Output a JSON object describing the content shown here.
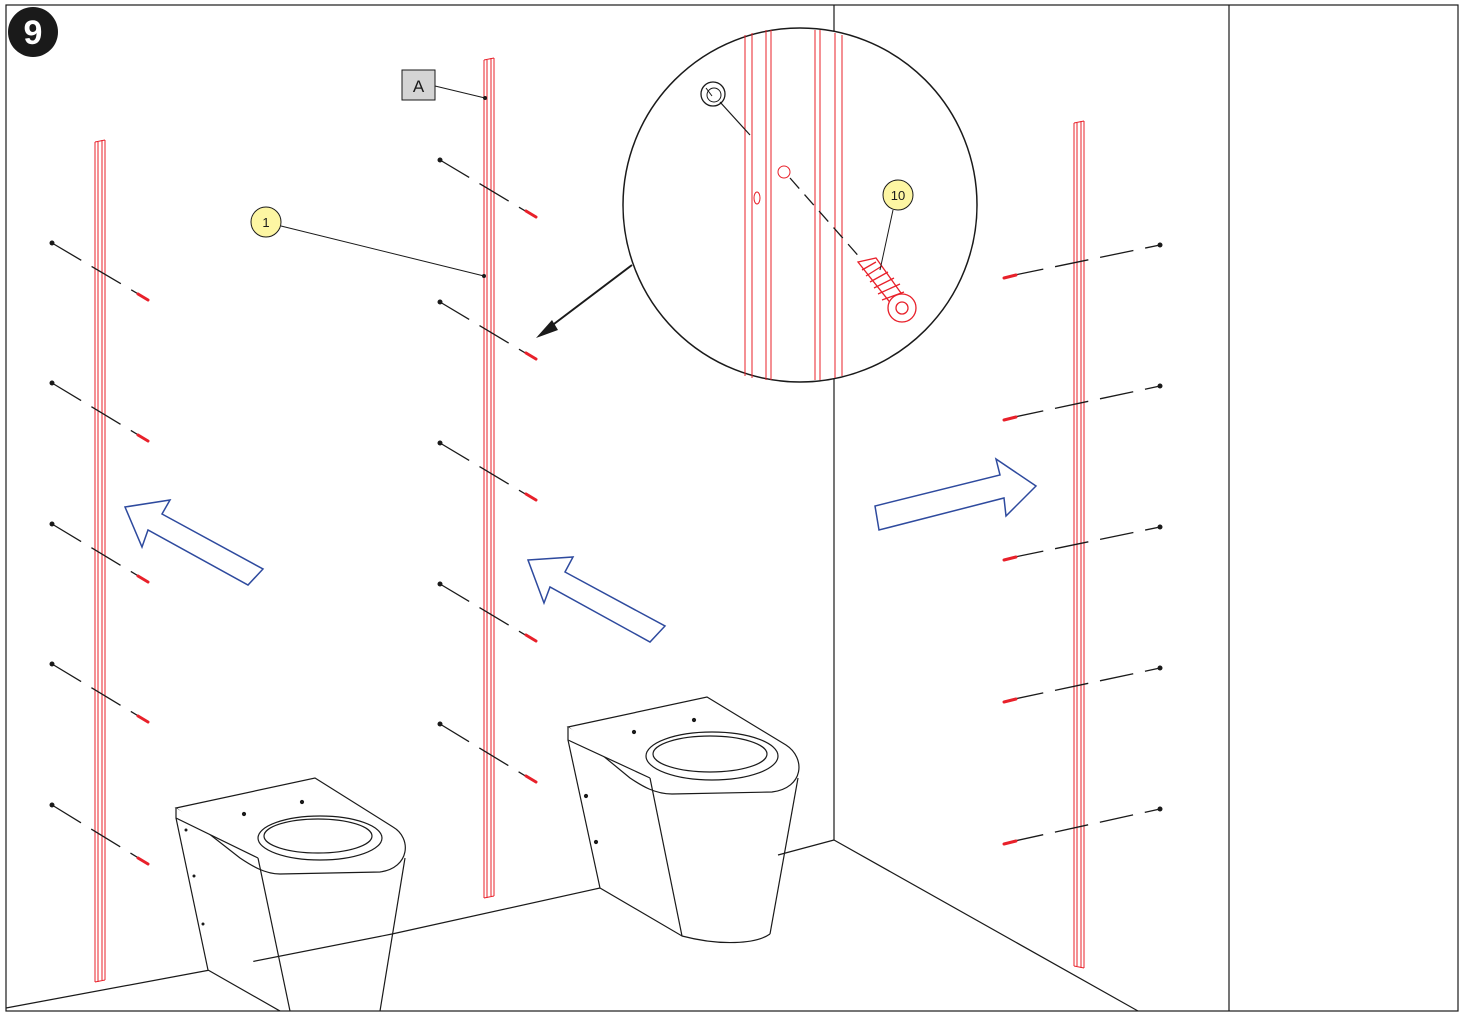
{
  "step": {
    "number": "9"
  },
  "callouts": {
    "part_a": "A",
    "part_1": "1",
    "part_10": "10"
  },
  "colors": {
    "profile": "#e8202a",
    "line": "#1a1a1a",
    "arrow": "#2e4a9e",
    "callout_fill": "#fdf6a3",
    "label_box_fill": "#d4d4d4"
  },
  "icons": [
    "screw-icon",
    "wall-plug-icon",
    "drill-hole-icon",
    "toilet-pan-icon",
    "direction-arrow-icon"
  ]
}
